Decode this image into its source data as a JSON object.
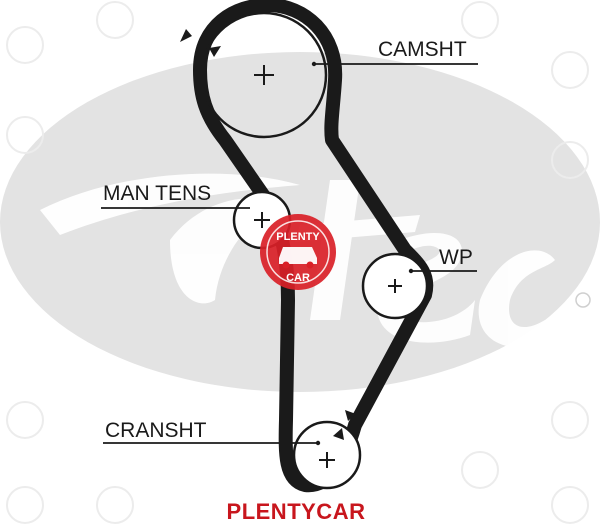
{
  "labels": {
    "camshaft": "CAMSHT",
    "tensioner": "MAN TENS",
    "water_pump": "WP",
    "crankshaft": "CRANSHT"
  },
  "watermark": {
    "logo_top": "PLENTY",
    "logo_bottom": "CAR",
    "footer": "PLENTYCAR"
  },
  "colors": {
    "belt": "#1a1a1a",
    "background_logo": "#d9d9d9",
    "watermark_red": "#c8161d"
  }
}
